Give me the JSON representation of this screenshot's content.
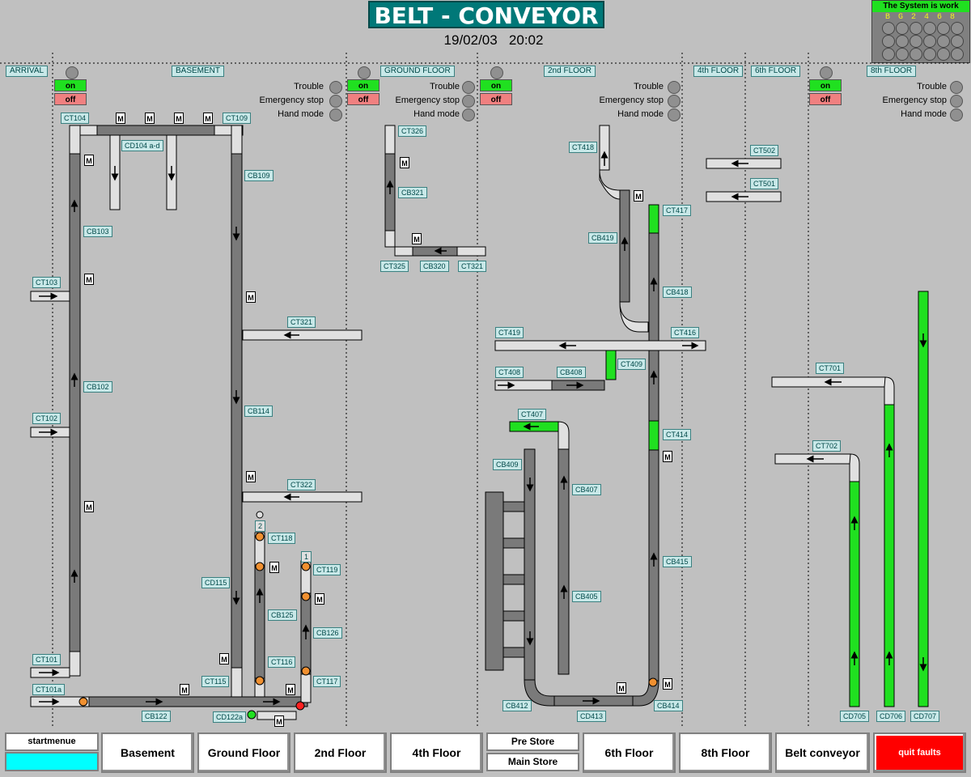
{
  "header": {
    "title": "BELT - CONVEYOR",
    "date": "19/02/03",
    "time": "20:02"
  },
  "system": {
    "status_text": "The System is work",
    "floor_codes": "B G 2 4 6 8"
  },
  "floors": [
    "ARRIVAL",
    "BASEMENT",
    "GROUND FLOOR",
    "2nd FLOOR",
    "4th FLOOR",
    "6th FLOOR",
    "8th FLOOR"
  ],
  "controls": {
    "on_label": "on",
    "off_label": "off"
  },
  "status_labels": {
    "trouble": "Trouble",
    "emergency": "Emergency stop",
    "hand": "Hand mode"
  },
  "motor_label": "M",
  "conveyors": {
    "ct104": "CT104",
    "cd104": "CD104 a-d",
    "ct109": "CT109",
    "cb103": "CB103",
    "cb109": "CB109",
    "ct103": "CT103",
    "cb102": "CB102",
    "ct102": "CT102",
    "ct321": "CT321",
    "cb114": "CB114",
    "ct322": "CT322",
    "ct101": "CT101",
    "ct101a": "CT101a",
    "cb122": "CB122",
    "cd115": "CD115",
    "ct115": "CT115",
    "ct118": "CT118",
    "cb125": "CB125",
    "ct116": "CT116",
    "ct119": "CT119",
    "cb126": "CB126",
    "ct117": "CT117",
    "cd122": "CD122a",
    "ct326": "CT326",
    "cb321": "CB321",
    "ct325": "CT325",
    "cb320": "CB320",
    "ct321b": "CT321",
    "ct418": "CT418",
    "cb419": "CB419",
    "ct417": "CT417",
    "cb418": "CB418",
    "ct419": "CT419",
    "ct416": "CT416",
    "ct408": "CT408",
    "cb408": "CB408",
    "ct409": "CT409",
    "ct407": "CT407",
    "cb409": "CB409",
    "cb407": "CB407",
    "ct414": "CT414",
    "cb405": "CB405",
    "cb415": "CB415",
    "cb412": "CB412",
    "cd413": "CD413",
    "cb414": "CB414",
    "ct502": "CT502",
    "ct501": "CT501",
    "ct701": "CT701",
    "ct702": "CT702",
    "cd705": "CD705",
    "cd706": "CD706",
    "cd707": "CD707"
  },
  "markers": {
    "m2": "2",
    "m1": "1"
  },
  "nav": {
    "startmenue": "startmenue",
    "basement": "Basement",
    "ground": "Ground Floor",
    "second": "2nd Floor",
    "fourth": "4th Floor",
    "prestore": "Pre Store",
    "mainstore": "Main Store",
    "sixth": "6th Floor",
    "eighth": "8th Floor",
    "belt": "Belt conveyor",
    "quit": "quit faults"
  },
  "colors": {
    "active": "#20e020",
    "belt_dark": "#7a7a7a",
    "belt_light": "#e0e0e0",
    "title_bg": "#007878",
    "quit": "#ff0000"
  }
}
